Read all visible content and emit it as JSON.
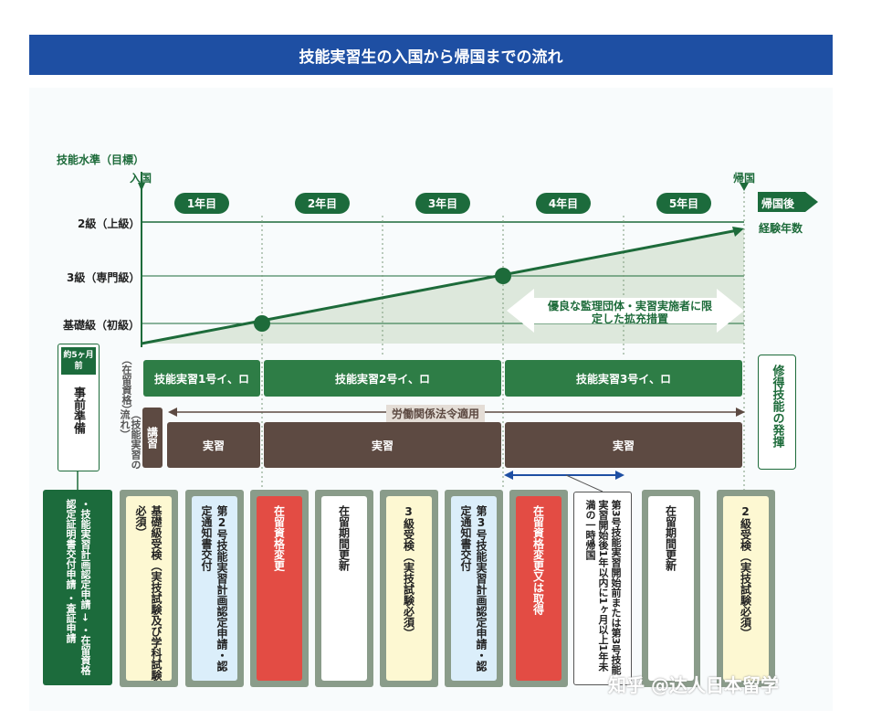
{
  "title": "技能実習生の入国から帰国までの流れ",
  "axis": {
    "title": "技能水準（目標）",
    "levels": [
      "2級（上級）",
      "3級（専門級）",
      "基礎級（初級）"
    ],
    "entry_label": "入国",
    "return_label": "帰国",
    "after_return": "帰国後",
    "after_return_sub": "経験年数"
  },
  "years": [
    "1年目",
    "2年目",
    "3年目",
    "4年目",
    "5年目"
  ],
  "expansion_note": "優良な監理団体・実習実施者に限定した拡充措置",
  "status_label": "（在留資格）",
  "flow_label": "（技能実習の流れ）",
  "status_bars": [
    "技能実習1号イ、ロ",
    "技能実習2号イ、ロ",
    "技能実習3号イ、ロ"
  ],
  "labor_law": "労働関係法令適用",
  "lecture": "講習",
  "practice": [
    "実習",
    "実習",
    "実習"
  ],
  "prep": {
    "timing": "約5ヶ月前",
    "label": "事前準備",
    "detail": "・技能実習計画認定申請 → ・在留資格認定証明書交付申請 ・査証申請"
  },
  "final_box": "修得技能の発揮",
  "steps": [
    {
      "text": "基礎級受検（実技試験及び学科試験必須）",
      "kind": "yellow"
    },
    {
      "text": "第2号技能実習計画認定申請・認定通知書交付",
      "kind": "blue"
    },
    {
      "text": "在留資格変更",
      "kind": "red"
    },
    {
      "text": "在留期間更新",
      "kind": "white"
    },
    {
      "text": "3級受検（実技試験必須）",
      "kind": "yellow"
    },
    {
      "text": "第3号技能実習計画認定申請・認定通知書交付",
      "kind": "blue"
    },
    {
      "text": "在留資格変更又は取得",
      "kind": "red"
    },
    {
      "text": "第3号技能実習開始前または第3号技能実習開始後1年以内に1ヶ月以上1年未満の一時帰国",
      "kind": "white"
    },
    {
      "text": "在留期間更新",
      "kind": "white"
    },
    {
      "text": "2級受検（実技試験必須）",
      "kind": "yellow"
    }
  ],
  "watermark": "知乎 @达人日本留学",
  "colors": {
    "header": "#1e4fa3",
    "green": "#2e7d46",
    "dark_green": "#1c6b3c",
    "brown": "#5d4a42",
    "red": "#e34c44"
  }
}
